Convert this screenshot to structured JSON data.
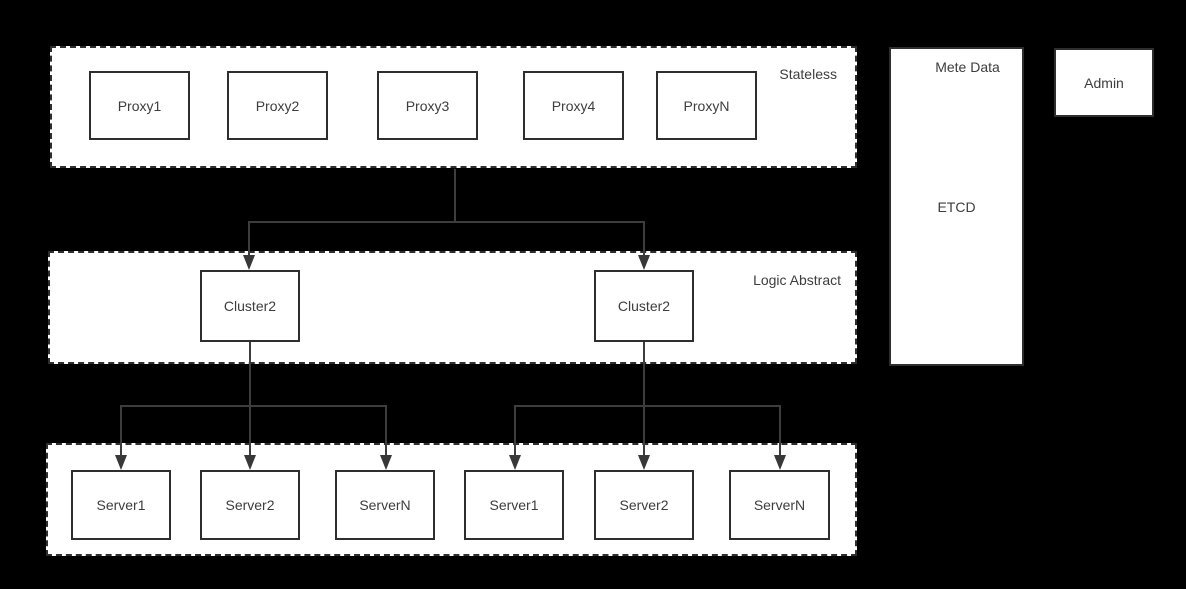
{
  "diagram": {
    "stateless": {
      "label": "Stateless",
      "nodes": [
        "Proxy1",
        "Proxy2",
        "Proxy3",
        "Proxy4",
        "ProxyN"
      ]
    },
    "logic_abstract": {
      "label": "Logic Abstract",
      "clusters": [
        "Cluster2",
        "Cluster2"
      ]
    },
    "servers": {
      "left_group": [
        "Server1",
        "Server2",
        "ServerN"
      ],
      "right_group": [
        "Server1",
        "Server2",
        "ServerN"
      ]
    },
    "metadata_box": {
      "title": "Mete Data",
      "content": "ETCD"
    },
    "admin_box": {
      "label": "Admin"
    },
    "colors": {
      "page_background": "#000000",
      "shape_fill": "#ffffff",
      "shape_border": "#2e2e2e",
      "connector": "#3d3d3d",
      "text": "#3d3d3d"
    }
  }
}
